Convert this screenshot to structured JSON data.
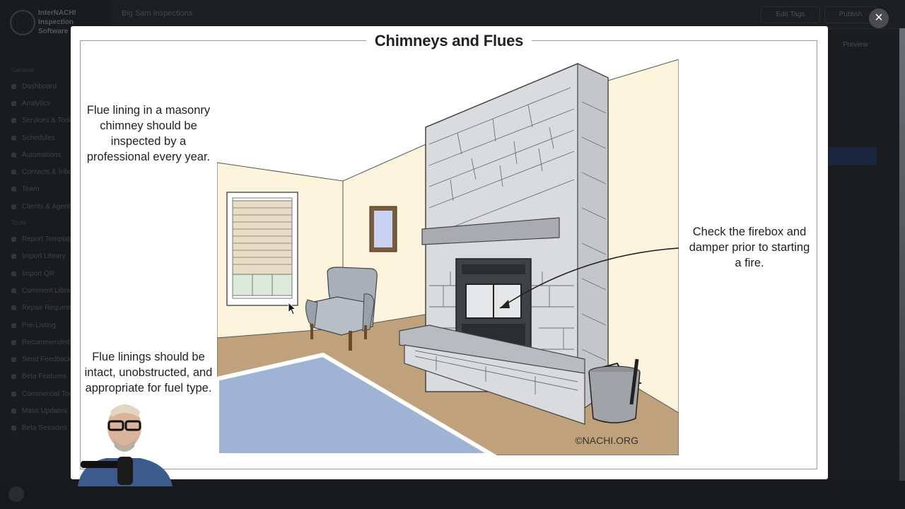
{
  "background_app": {
    "brand_lines": [
      "InterNACHI",
      "Inspection",
      "Software"
    ],
    "breadcrumb": "Big Sam Inspections",
    "header_buttons": [
      "Edit Tags",
      "Publish"
    ],
    "preview_label": "Preview",
    "nav_section_1": "General",
    "nav_items_1": [
      "Dashboard",
      "Analytics",
      "Services & Tools",
      "Schedules",
      "Automations",
      "Contacts & Inbox",
      "Team",
      "Clients & Agents"
    ],
    "nav_section_2": "Tools",
    "nav_items_2": [
      "Report Templates",
      "Import Library",
      "Import QR",
      "Comment Library",
      "Repair Requests",
      "Pre-Listing",
      "Recommended",
      "Send Feedback",
      "Beta Features",
      "Commercial Tools",
      "Mass Updates",
      "Beta Sessions"
    ]
  },
  "modal": {
    "title": "Chimneys and Flues",
    "callouts": {
      "flue_inspection": "Flue lining in a masonry chimney should be inspected by a professional every year.",
      "flue_condition": "Flue linings should be intact, unobstructed, and appropriate for fuel type.",
      "firebox_check": "Check the firebox and damper prior to starting a fire."
    },
    "credit": "©NACHI.ORG",
    "close_symbol": "×"
  },
  "icons": {
    "close": "close-icon",
    "cursor": "mouse-cursor-icon"
  },
  "colors": {
    "wall": "#fbf3dc",
    "floor": "#bfa27b",
    "rug": "#9fb3d4",
    "stone": "#d9d9dc",
    "firebox": "#3f4244",
    "modal_bg": "#ffffff",
    "overlay_bg": "#141518"
  }
}
